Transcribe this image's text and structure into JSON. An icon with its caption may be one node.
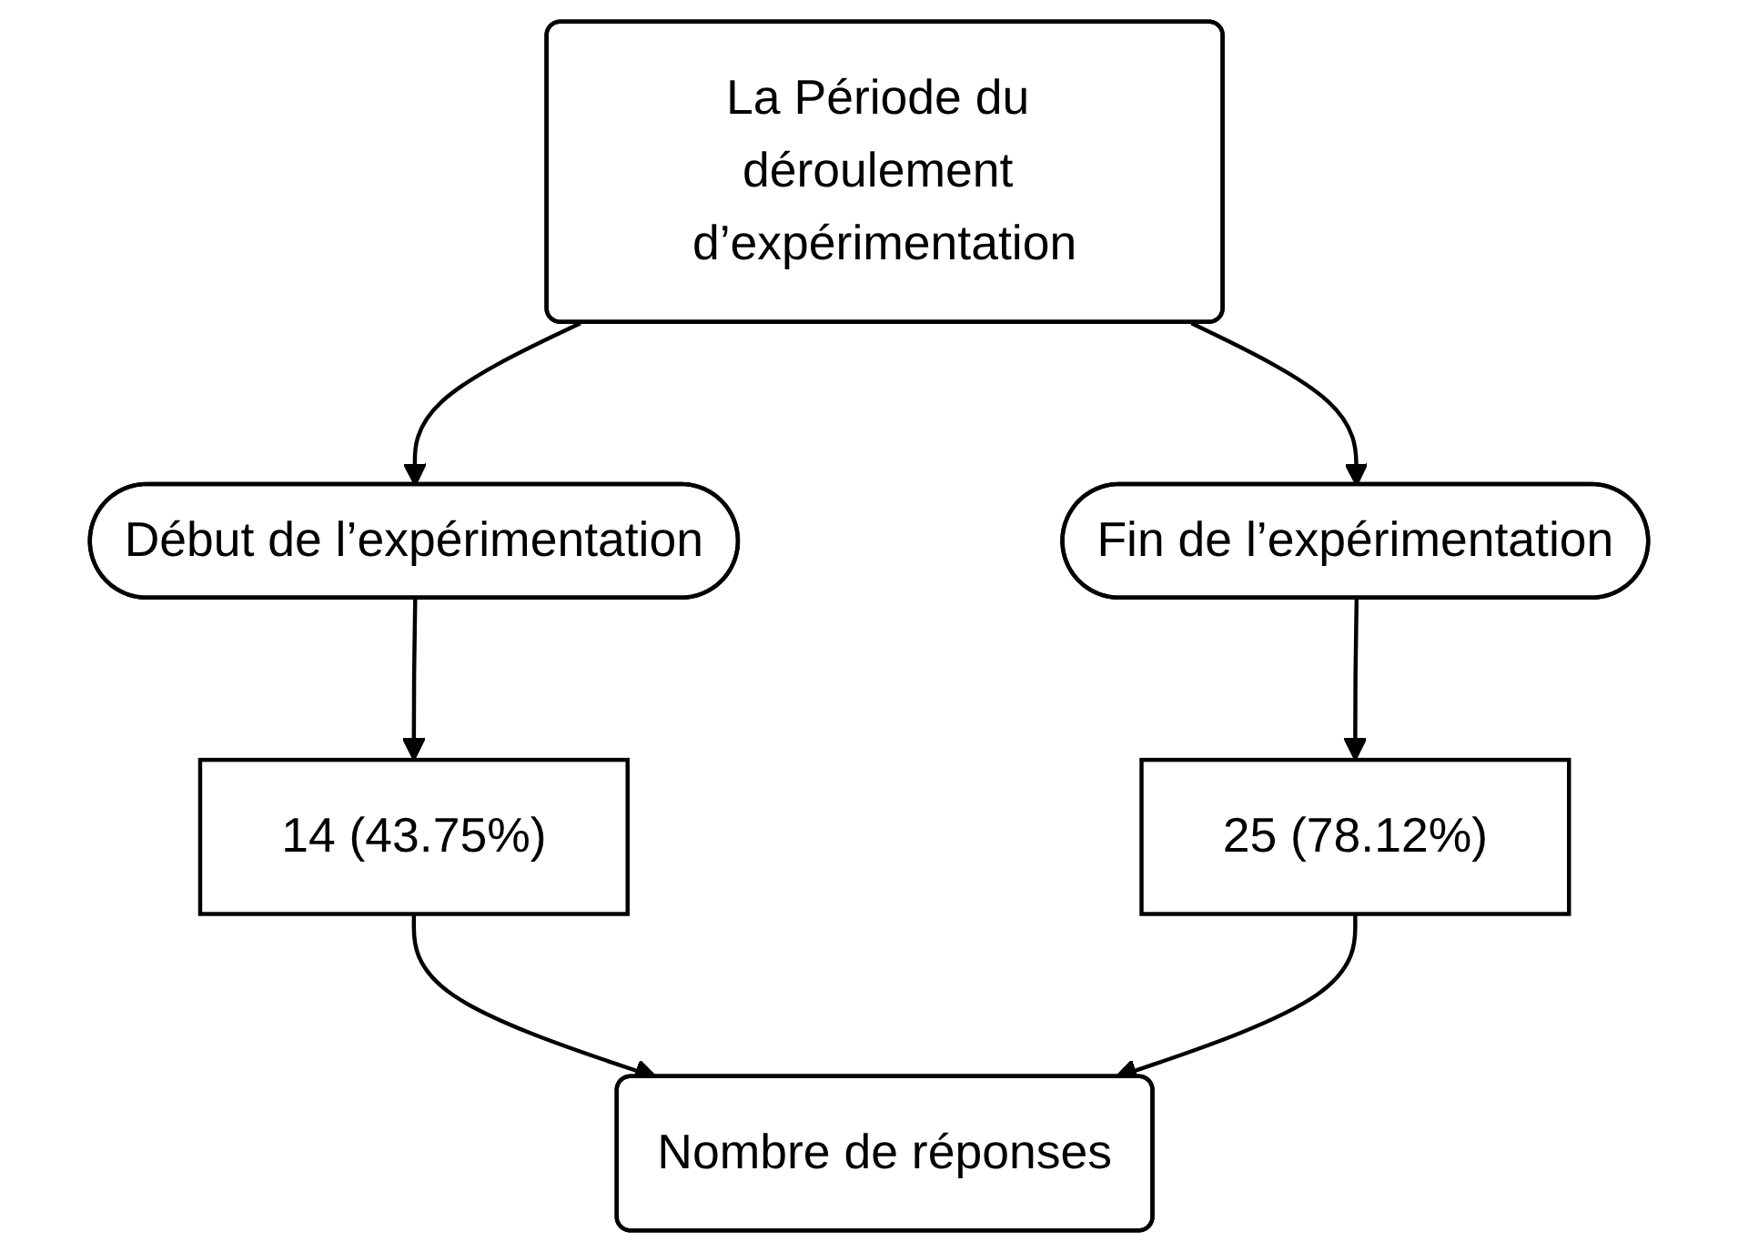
{
  "diagram": {
    "nodes": [
      {
        "text": [
          "La Période du déroulement d’expérimentation"
        ]
      },
      {
        "text": [
          "Début de l’expérimentation"
        ]
      },
      {
        "text": [
          "Fin de l’expérimentation"
        ]
      },
      {
        "text": [
          "14 (43.75%)"
        ]
      },
      {
        "text": [
          "25 (78.12%)"
        ]
      },
      {
        "text": [
          "Nombre de réponses"
        ]
      }
    ],
    "edges": [
      {
        "from": 0,
        "to": 1,
        "arrow": "to"
      },
      {
        "from": 0,
        "to": 2,
        "arrow": "to"
      },
      {
        "from": 1,
        "to": 3,
        "arrow": "to"
      },
      {
        "from": 2,
        "to": 4,
        "arrow": "to"
      },
      {
        "from": 3,
        "to": 5,
        "arrow": "to"
      },
      {
        "from": 4,
        "to": 5,
        "arrow": "to"
      }
    ]
  }
}
